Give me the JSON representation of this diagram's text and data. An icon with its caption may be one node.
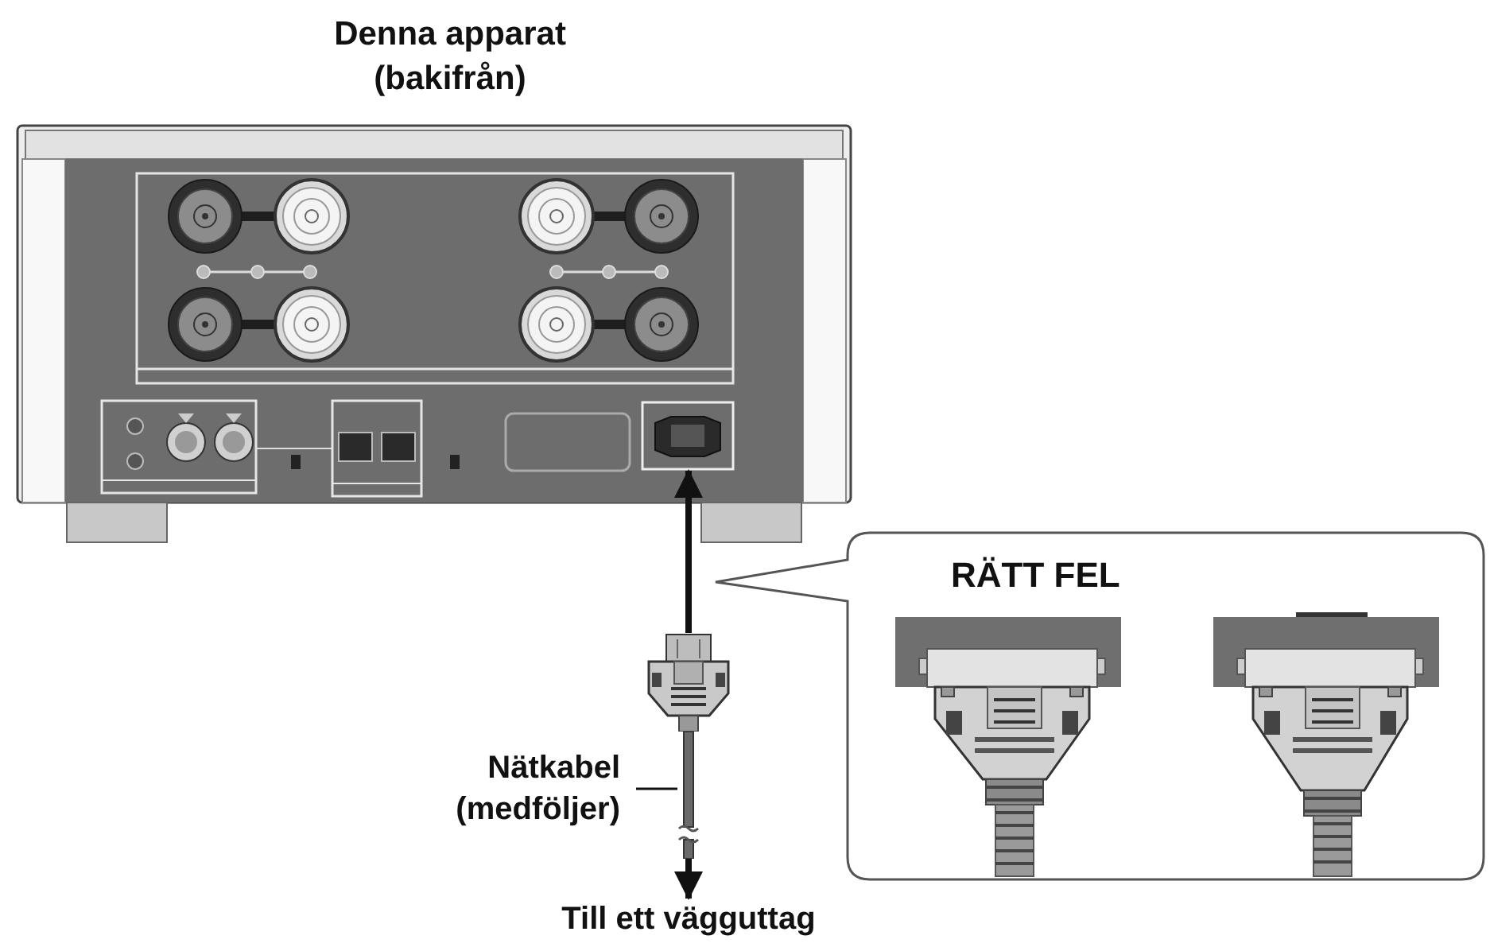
{
  "diagram": {
    "nodes": [
      {
        "text": [
          "Denna apparat (bakifrån)"
        ]
      },
      {
        "text": [],
        "shape": "picture",
        "in": 0
      },
      {
        "text": [],
        "shape": "picture"
      },
      {
        "text": [],
        "shape": "picture"
      },
      {
        "text": [
          "Nätkabel (medföljer)"
        ]
      },
      {
        "text": [
          "Till ett vägguttag"
        ]
      },
      {
        "text": [
          "RÄTT FEL"
        ]
      },
      {
        "text": [],
        "shape": "picture",
        "in": 6
      },
      {
        "text": [],
        "shape": "picture",
        "in": 6
      }
    ],
    "edges": [
      {
        "from": 2,
        "to": 1,
        "arrow": "to"
      },
      {
        "from": 3,
        "to": 5,
        "arrow": "to"
      },
      {
        "from": 4,
        "to": 3,
        "arrow": "none"
      }
    ]
  }
}
